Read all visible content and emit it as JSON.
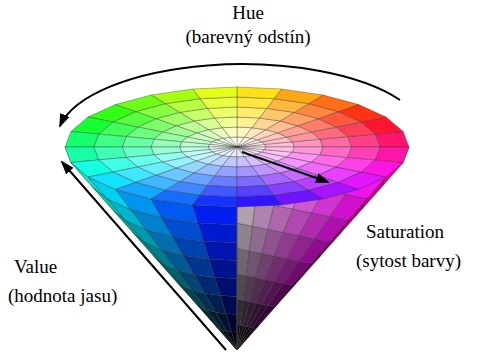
{
  "diagram": {
    "labels": [
      "Hue",
      "(barevný odstín)",
      "Saturation",
      "(sytost barvy)",
      "Value",
      "(hodnota jasu)"
    ]
  }
}
